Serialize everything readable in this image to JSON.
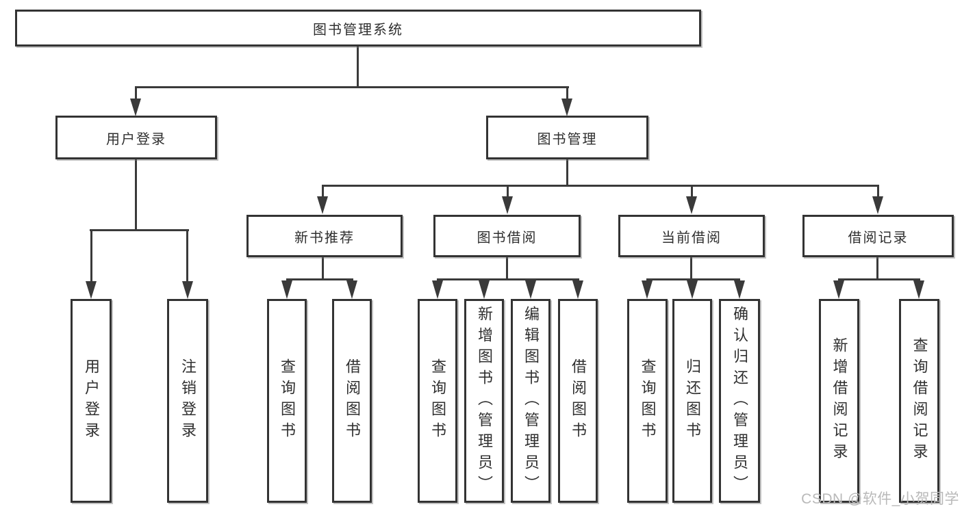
{
  "diagram": {
    "root": "图书管理系统",
    "level1": {
      "user_login": "用户登录",
      "book_mgmt": "图书管理"
    },
    "level2": {
      "new_books": "新书推荐",
      "borrowing": "图书借阅",
      "current": "当前借阅",
      "records": "借阅记录"
    },
    "leaves": {
      "user_login": [
        "用户登录",
        "注销登录"
      ],
      "new_books": [
        "查询图书",
        "借阅图书"
      ],
      "borrowing": [
        "查询图书",
        "新增图书（管理员）",
        "编辑图书（管理员）",
        "借阅图书"
      ],
      "current": [
        "查询图书",
        "归还图书",
        "确认归还（管理员）"
      ],
      "records": [
        "新增借阅记录",
        "查询借阅记录"
      ]
    }
  },
  "watermark": {
    "text": "CSDN @软件_小贺同学"
  },
  "colors": {
    "line": "#3a3a3a",
    "border": "#333333",
    "text": "#2f2f2f",
    "watermark": "#b9b9b9",
    "background": "#ffffff"
  }
}
